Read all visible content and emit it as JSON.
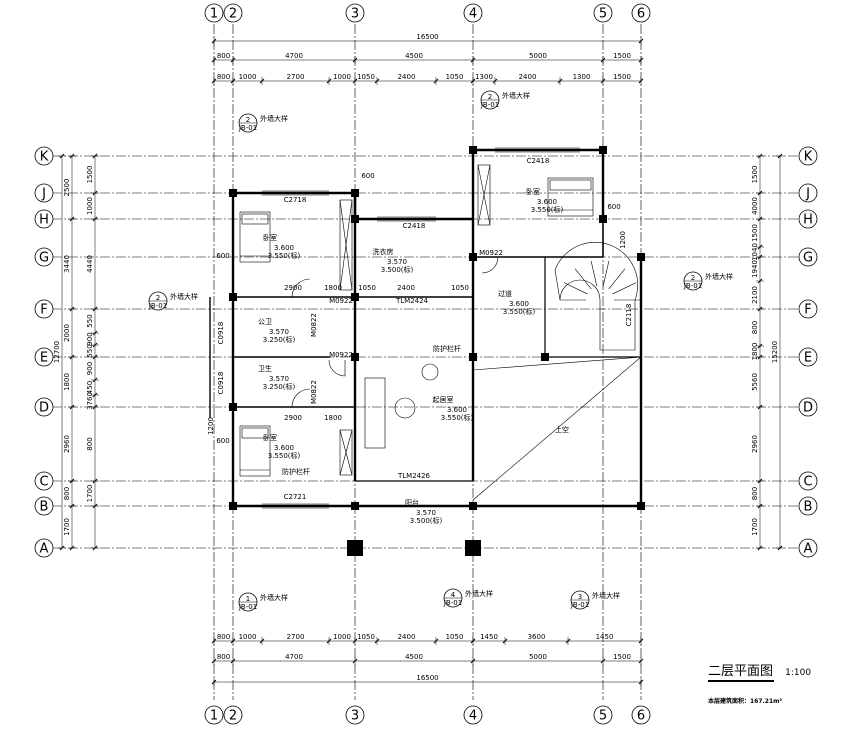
{
  "axes": {
    "vertical": [
      "1",
      "2",
      "3",
      "4",
      "5",
      "6"
    ],
    "horizontal": [
      "K",
      "J",
      "H",
      "G",
      "F",
      "E",
      "D",
      "C",
      "B",
      "A"
    ]
  },
  "dims": {
    "top_total": "16500",
    "top_row2": [
      "800",
      "4700",
      "4500",
      "5000",
      "1500"
    ],
    "top_row3": [
      "800",
      "1000",
      "2700",
      "1000",
      "1050",
      "2400",
      "1050",
      "1300",
      "2400",
      "1300",
      "1500"
    ],
    "bottom_row1": [
      "800",
      "1000",
      "2700",
      "1000",
      "1050",
      "2400",
      "1050",
      "1450",
      "3600",
      "1450"
    ],
    "bottom_row2": [
      "800",
      "4700",
      "4500",
      "5000",
      "1500"
    ],
    "bottom_total": "16500",
    "left_outer": [
      "2500",
      "3440",
      "2000",
      "1800",
      "2960",
      "800",
      "1700"
    ],
    "left_total": "12700",
    "left_mid": [
      "1500",
      "1000",
      "4440",
      "550",
      "900",
      "550",
      "900",
      "450",
      "3760",
      "800",
      "1700"
    ],
    "right_outer": [
      "1500",
      "4000",
      "1500",
      "1040",
      "1940",
      "2100",
      "800",
      "1800",
      "5560",
      "2960",
      "800",
      "1700"
    ],
    "right_total": "15200",
    "interior": [
      "2900",
      "1800",
      "1050",
      "2400",
      "1050",
      "2900",
      "1800",
      "1200",
      "1200",
      "600",
      "600",
      "600",
      "600"
    ]
  },
  "rooms": {
    "bedroom_nw": {
      "name": "卧室",
      "elev": "3.600",
      "elev2": "3.550(标)"
    },
    "laundry": {
      "name": "洗衣房",
      "elev": "3.570",
      "elev2": "3.500(标)"
    },
    "bedroom_ne": {
      "name": "卧室",
      "elev": "3.600",
      "elev2": "3.550(标)"
    },
    "corridor": {
      "name": "过道",
      "elev": "3.600",
      "elev2": "3.550(标)"
    },
    "bath1": {
      "name": "公卫",
      "elev": "3.570",
      "elev2": "3.250(标)"
    },
    "bath2": {
      "name": "卫生",
      "elev": "3.570",
      "elev2": "3.250(标)"
    },
    "study": {
      "name": "起居室",
      "elev": "3.600",
      "elev2": "3.550(标)"
    },
    "bedroom_sw": {
      "name": "卧室",
      "elev": "3.600",
      "elev2": "3.550(标)"
    },
    "void": {
      "name": "上空"
    },
    "balcony": {
      "name": "阳台",
      "elev": "3.570",
      "elev2": "3.500(标)"
    }
  },
  "labels": {
    "rail": "防护栏杆",
    "rail2": "防护栏杆",
    "wall_detail": "外墙大样",
    "detail_ref": "JB-01",
    "windows": [
      "C2718",
      "C2418",
      "C2418",
      "C2721",
      "C0918",
      "C0918",
      "C2118"
    ],
    "doors": [
      "M0922",
      "M0922",
      "M0922",
      "M0822",
      "M0822",
      "TLM2424",
      "TLM2426"
    ],
    "callouts": [
      {
        "num": "2",
        "text": "外墙大样"
      },
      {
        "num": "2",
        "text": "外墙大样"
      },
      {
        "num": "2",
        "text": "外墙大样"
      },
      {
        "num": "2",
        "text": "外墙大样"
      },
      {
        "num": "1",
        "text": "外墙大样"
      },
      {
        "num": "4",
        "text": "外墙大样"
      },
      {
        "num": "3",
        "text": "外墙大样"
      }
    ]
  },
  "title": {
    "main": "二层平面图",
    "scale": "1:100",
    "area": "本层建筑面积：167.21m²"
  }
}
